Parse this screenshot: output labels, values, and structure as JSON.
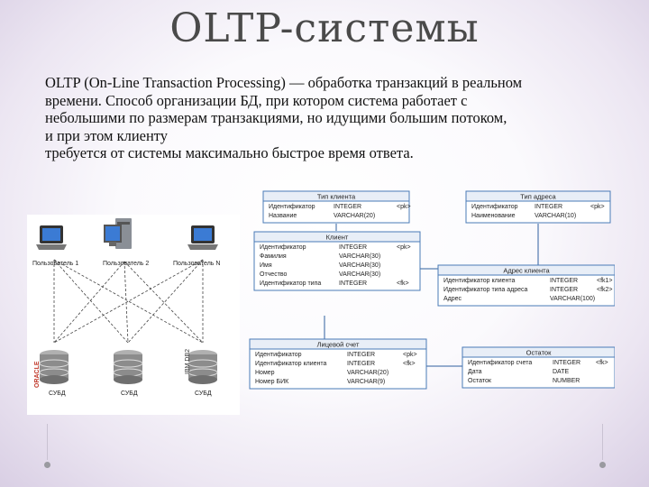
{
  "title": "OLTP-системы",
  "paragraph": {
    "lines": [
      "OLTP (On-Line Transaction Processing) — обработка транзакций в реальном",
      "времени. Способ организации БД, при котором система работает с",
      "небольшими по размерам транзакциями, но идущими большим потоком,",
      "и при этом клиенту",
      "требуется от системы максимально быстрое время ответа."
    ]
  },
  "clients": [
    {
      "label": "Пользователь 1",
      "icon": "laptop-icon"
    },
    {
      "label": "Пользователь 2",
      "icon": "desktop-computer-icon"
    },
    {
      "label": "Пользователь N",
      "icon": "laptop-icon"
    }
  ],
  "databases": [
    {
      "label": "СУБД",
      "vendor": "ORACLE",
      "icon": "database-icon"
    },
    {
      "label": "СУБД",
      "vendor": "",
      "icon": "database-icon"
    },
    {
      "label": "СУБД",
      "vendor": "IBM DB2",
      "icon": "database-icon"
    }
  ],
  "tables": {
    "client_type": {
      "title": "Тип клиента",
      "rows": [
        {
          "name": "Идентификатор",
          "type": "INTEGER",
          "key": "<pk>"
        },
        {
          "name": "Название",
          "type": "VARCHAR(20)",
          "key": ""
        }
      ]
    },
    "address_type": {
      "title": "Тип адреса",
      "rows": [
        {
          "name": "Идентификатор",
          "type": "INTEGER",
          "key": "<pk>"
        },
        {
          "name": "Наименование",
          "type": "VARCHAR(10)",
          "key": ""
        }
      ]
    },
    "client": {
      "title": "Клиент",
      "rows": [
        {
          "name": "Идентификатор",
          "type": "INTEGER",
          "key": "<pk>"
        },
        {
          "name": "Фамилия",
          "type": "VARCHAR(30)",
          "key": ""
        },
        {
          "name": "Имя",
          "type": "VARCHAR(30)",
          "key": ""
        },
        {
          "name": "Отчество",
          "type": "VARCHAR(30)",
          "key": ""
        },
        {
          "name": "Идентификатор типа",
          "type": "INTEGER",
          "key": "<fk>"
        }
      ]
    },
    "client_address": {
      "title": "Адрес клиента",
      "rows": [
        {
          "name": "Идентификатор клиента",
          "type": "INTEGER",
          "key": "<fk1>"
        },
        {
          "name": "Идентификатор типа адреса",
          "type": "INTEGER",
          "key": "<fk2>"
        },
        {
          "name": "Адрес",
          "type": "VARCHAR(100)",
          "key": ""
        }
      ]
    },
    "account": {
      "title": "Лицевой счет",
      "rows": [
        {
          "name": "Идентификатор",
          "type": "INTEGER",
          "key": "<pk>"
        },
        {
          "name": "Идентификатор клиента",
          "type": "INTEGER",
          "key": "<fk>"
        },
        {
          "name": "Номер",
          "type": "VARCHAR(20)",
          "key": ""
        },
        {
          "name": "Номер БИК",
          "type": "VARCHAR(9)",
          "key": ""
        }
      ]
    },
    "balance": {
      "title": "Остаток",
      "rows": [
        {
          "name": "Идентификатор счета",
          "type": "INTEGER",
          "key": "<fk>"
        },
        {
          "name": "Дата",
          "type": "DATE",
          "key": ""
        },
        {
          "name": "Остаток",
          "type": "NUMBER",
          "key": ""
        }
      ]
    }
  },
  "colors": {
    "table_border": "#4a7bb7",
    "table_header": "#e8eef7",
    "connector": "#2f5f9f",
    "cross_lines": "#444444"
  }
}
